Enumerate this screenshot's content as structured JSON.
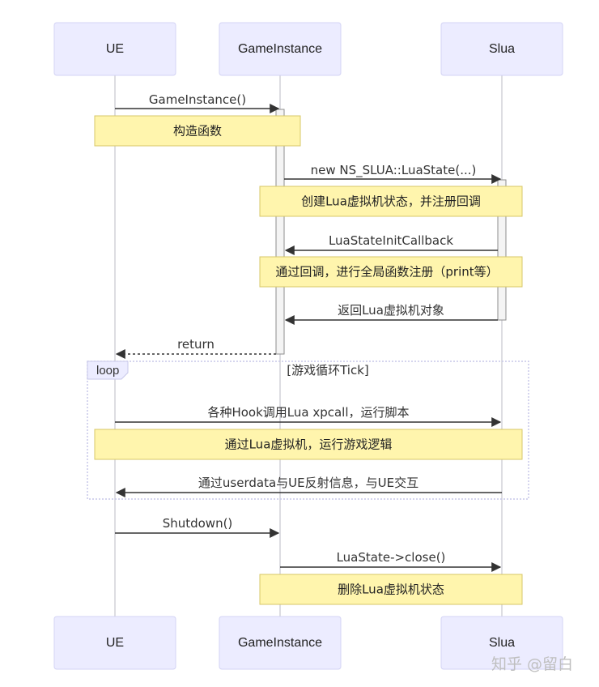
{
  "actors": [
    {
      "id": "ue",
      "label": "UE"
    },
    {
      "id": "gi",
      "label": "GameInstance"
    },
    {
      "id": "slua",
      "label": "Slua"
    }
  ],
  "messages": {
    "m1": "GameInstance()",
    "m2": "new NS_SLUA::LuaState(...)",
    "m3": "LuaStateInitCallback",
    "m4": "返回Lua虚拟机对象",
    "m5": "return",
    "m6": "各种Hook调用Lua xpcall，运行脚本",
    "m7": "通过userdata与UE反射信息，与UE交互",
    "m8": "Shutdown()",
    "m9": "LuaState->close()"
  },
  "notes": {
    "n1": "构造函数",
    "n2": "创建Lua虚拟机状态，并注册回调",
    "n3": "通过回调，进行全局函数注册（print等）",
    "n4": "通过Lua虚拟机，运行游戏逻辑",
    "n5": "删除Lua虚拟机状态"
  },
  "loop": {
    "tag": "loop",
    "title": "[游戏循环Tick]"
  },
  "watermark": "知乎 @留白"
}
